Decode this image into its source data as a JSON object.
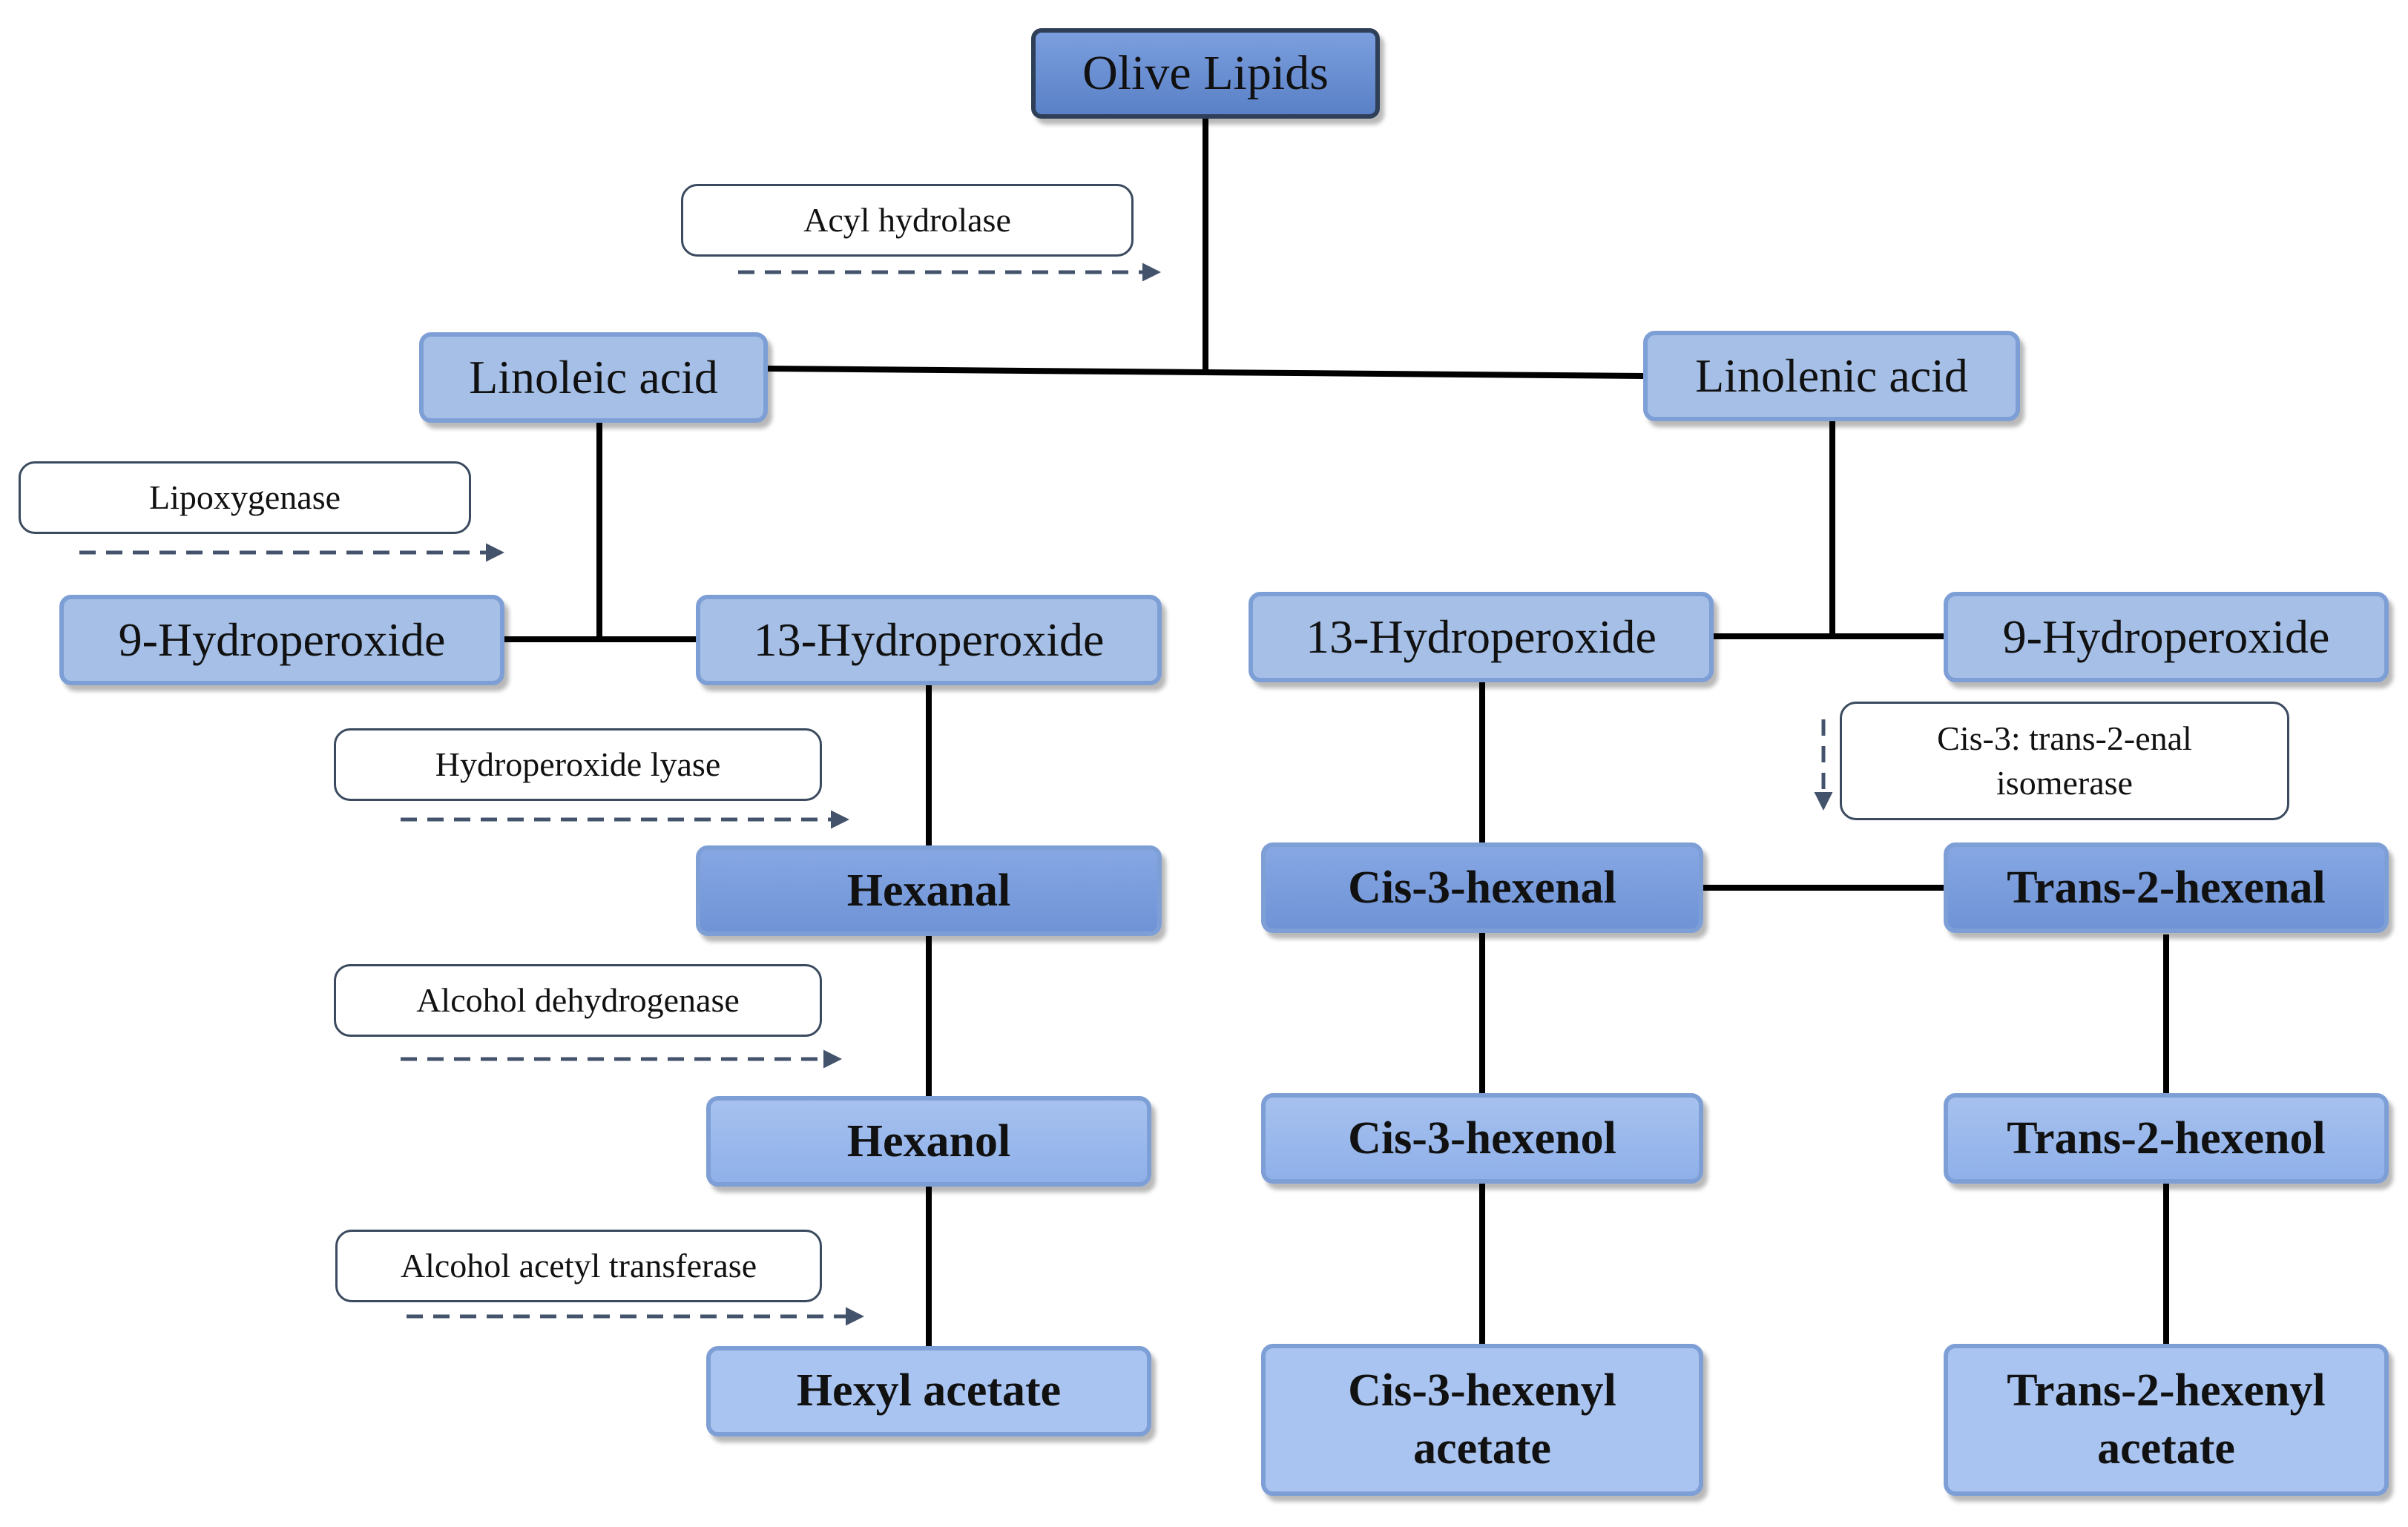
{
  "nodes": {
    "olive_lipids": "Olive Lipids",
    "linoleic_acid": "Linoleic acid",
    "linolenic_acid": "Linolenic acid",
    "left_9_hydroperoxide": "9-Hydroperoxide",
    "left_13_hydroperoxide": "13-Hydroperoxide",
    "right_13_hydroperoxide": "13-Hydroperoxide",
    "right_9_hydroperoxide": "9-Hydroperoxide",
    "hexanal": "Hexanal",
    "cis_3_hexenal": "Cis-3-hexenal",
    "trans_2_hexenal": "Trans-2-hexenal",
    "hexanol": "Hexanol",
    "cis_3_hexenol": "Cis-3-hexenol",
    "trans_2_hexenol": "Trans-2-hexenol",
    "hexyl_acetate": "Hexyl acetate",
    "cis_3_hexenyl_acetate_line1": "Cis-3-hexenyl",
    "cis_3_hexenyl_acetate_line2": "acetate",
    "trans_2_hexenyl_acetate_line1": "Trans-2-hexenyl",
    "trans_2_hexenyl_acetate_line2": "acetate"
  },
  "enzymes": {
    "acyl_hydrolase": "Acyl hydrolase",
    "lipoxygenase": "Lipoxygenase",
    "hydroperoxide_lyase": "Hydroperoxide lyase",
    "alcohol_dehydrogenase": "Alcohol dehydrogenase",
    "alcohol_acetyl_transferase": "Alcohol acetyl transferase",
    "isomerase_line1": "Cis-3: trans-2-enal",
    "isomerase_line2": "isomerase"
  },
  "colors": {
    "root_fill": "#6a8fd2",
    "node_fill": "#a5bfe7",
    "node_border": "#7e9fd6",
    "connector": "#000000",
    "arrow": "#44536c"
  }
}
